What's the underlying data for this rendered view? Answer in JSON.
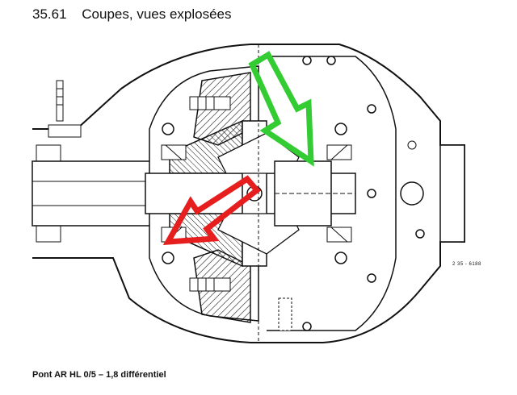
{
  "header": {
    "section": "35.61",
    "title": "Coupes, vues explosées"
  },
  "drawing": {
    "ref": "2 35 - 6188"
  },
  "caption": "Pont AR HL 0/5 – 1,8 différentiel",
  "colors": {
    "arrow_green": "#33cc33",
    "arrow_red": "#e61e1e",
    "ink": "#111111"
  }
}
